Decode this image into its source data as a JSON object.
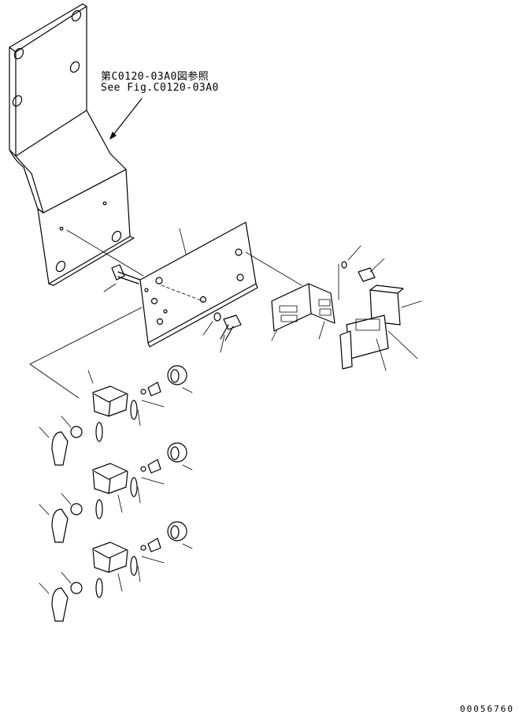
{
  "reference": {
    "jp": "第C0120-03A0図参照",
    "en": "See Fig.C0120-03A0"
  },
  "drawing_number": "00056760"
}
